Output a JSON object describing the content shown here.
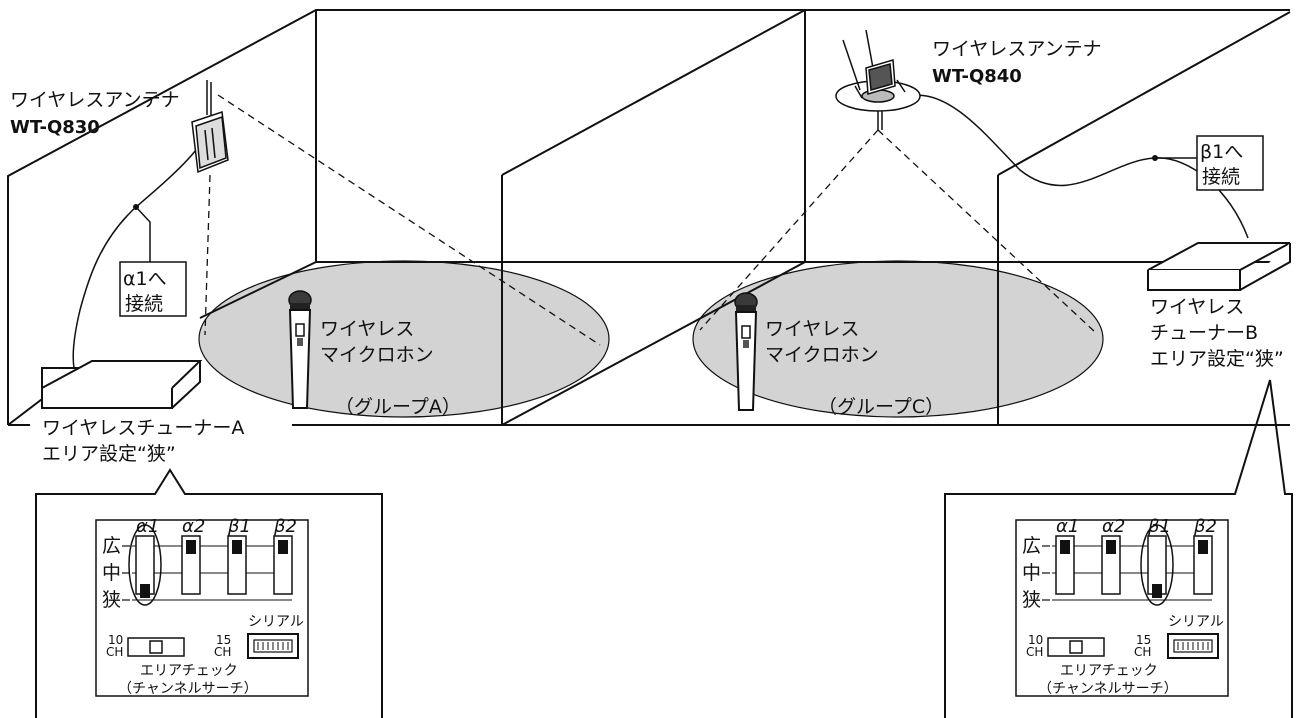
{
  "antenna_left": {
    "name": "ワイヤレスアンテナ",
    "model": "WT-Q830"
  },
  "antenna_right": {
    "name": "ワイヤレスアンテナ",
    "model": "WT-Q840"
  },
  "connect_left": {
    "line1": "α1へ",
    "line2": "接続"
  },
  "connect_right": {
    "line1": "β1へ",
    "line2": "接続"
  },
  "mic_left": {
    "line1": "ワイヤレス",
    "line2": "マイクロホン"
  },
  "mic_right": {
    "line1": "ワイヤレス",
    "line2": "マイクロホン"
  },
  "group_left": "（グループA）",
  "group_right": "（グループC）",
  "tuner_a": {
    "name": "ワイヤレスチューナーA",
    "setting": "エリア設定“狭”"
  },
  "tuner_b": {
    "line1": "ワイヤレス",
    "line2": "チューナーB",
    "setting": "エリア設定“狭”"
  },
  "panel": {
    "switches": [
      "α1",
      "α2",
      "β1",
      "β2"
    ],
    "levels": [
      "広",
      "中",
      "狭"
    ],
    "ch_left": {
      "num": "10",
      "unit": "CH"
    },
    "ch_right": {
      "num": "15",
      "unit": "CH"
    },
    "serial": "シリアル",
    "check1": "エリアチェック",
    "check2": "（チャンネルサーチ）"
  },
  "colors": {
    "floor_ellipse": "#d3d3d3",
    "line": "#111111"
  }
}
